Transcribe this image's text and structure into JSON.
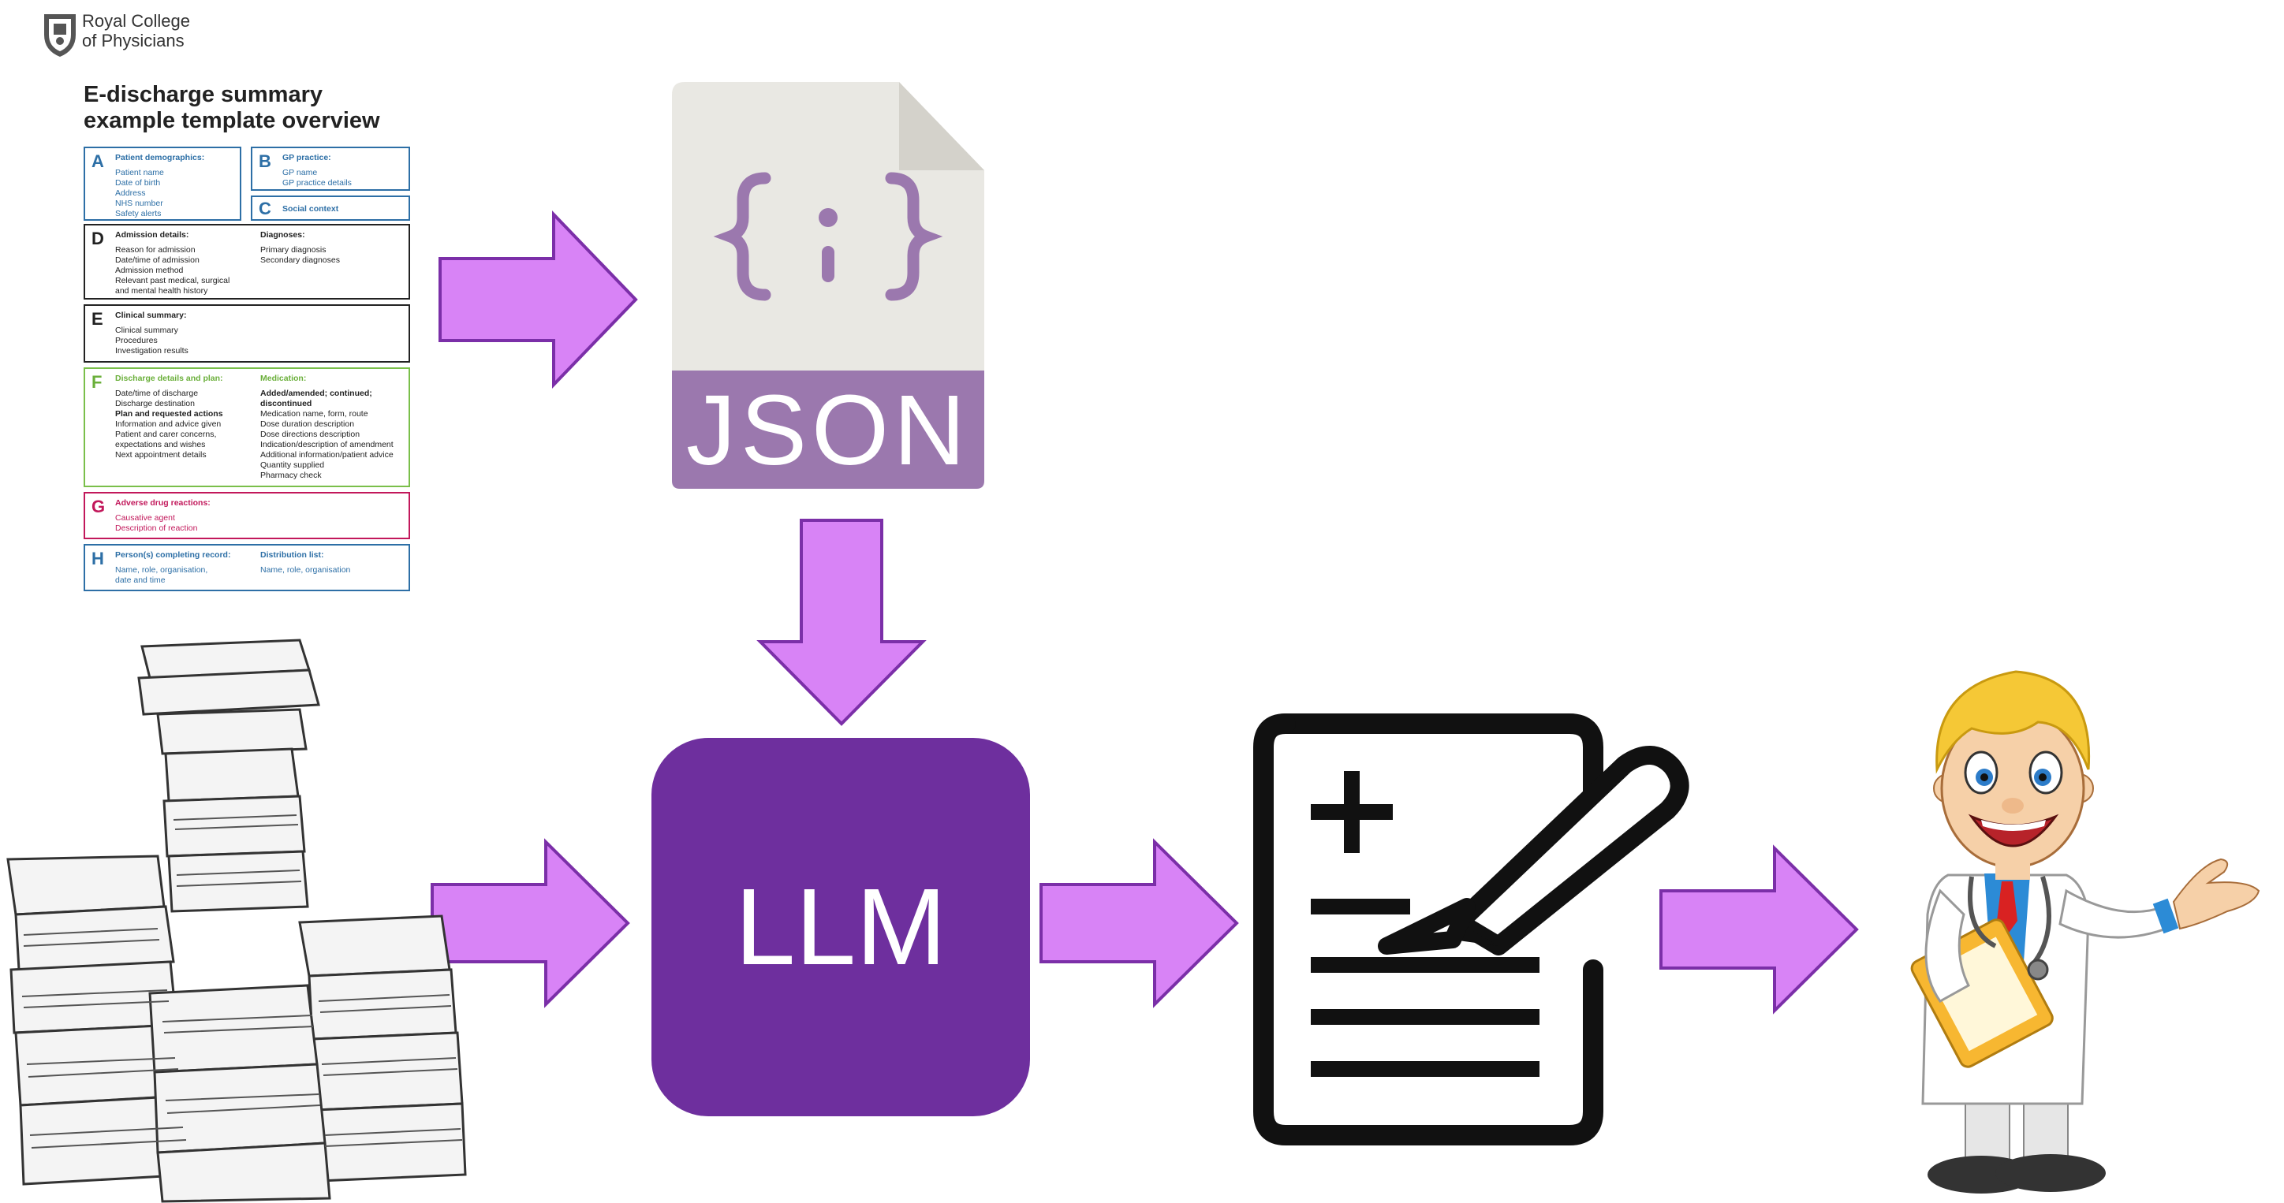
{
  "logo": {
    "text_line1": "Royal College",
    "text_line2": "of Physicians"
  },
  "template": {
    "title_line1": "E-discharge summary",
    "title_line2": "example template overview",
    "A": {
      "letter": "A",
      "heading": "Patient demographics:",
      "items": [
        "Patient name",
        "Date of birth",
        "Address",
        "NHS number",
        "Safety alerts"
      ]
    },
    "B": {
      "letter": "B",
      "heading": "GP practice:",
      "items": [
        "GP name",
        "GP practice details"
      ]
    },
    "C": {
      "letter": "C",
      "heading": "Social context"
    },
    "D": {
      "letter": "D",
      "heading": "Admission details:",
      "items": [
        "Reason for admission",
        "Date/time of admission",
        "Admission method",
        "Relevant past medical, surgical",
        "and mental health history"
      ],
      "heading2": "Diagnoses:",
      "items2": [
        "Primary diagnosis",
        "Secondary diagnoses"
      ]
    },
    "E": {
      "letter": "E",
      "heading": "Clinical summary:",
      "items": [
        "Clinical summary",
        "Procedures",
        "Investigation results"
      ]
    },
    "F": {
      "letter": "F",
      "heading": "Discharge details and plan:",
      "items": [
        "Date/time of discharge",
        "Discharge destination",
        "Plan and requested actions",
        "Information and advice given",
        "Patient and carer concerns,",
        "expectations and wishes",
        "Next appointment details"
      ],
      "heading2": "Medication:",
      "items2": [
        "Added/amended; continued;",
        "discontinued",
        "Medication name, form, route",
        "Dose duration description",
        "Dose directions description",
        "Indication/description of amendment",
        "Additional information/patient advice",
        "Quantity supplied",
        "Pharmacy check"
      ]
    },
    "G": {
      "letter": "G",
      "heading": "Adverse drug reactions:",
      "items": [
        "Causative agent",
        "Description of reaction"
      ]
    },
    "H": {
      "letter": "H",
      "heading": "Person(s) completing record:",
      "items": [
        "Name, role, organisation,",
        "date and time"
      ],
      "heading2": "Distribution list:",
      "items2": [
        "Name, role, organisation"
      ]
    }
  },
  "json_file": {
    "label": "JSON",
    "glyph": "{;}"
  },
  "llm": {
    "label": "LLM"
  },
  "colors": {
    "arrow_fill": "#d883f6",
    "arrow_stroke": "#7b2fa8",
    "llm": "#6e2f9e",
    "json_label_bg": "#9b78ae",
    "json_page": "#e9e8e3"
  },
  "icons": [
    "shield-crest-icon",
    "json-file-icon",
    "paper-stack-icon",
    "medical-report-icon",
    "doctor-illustration"
  ]
}
